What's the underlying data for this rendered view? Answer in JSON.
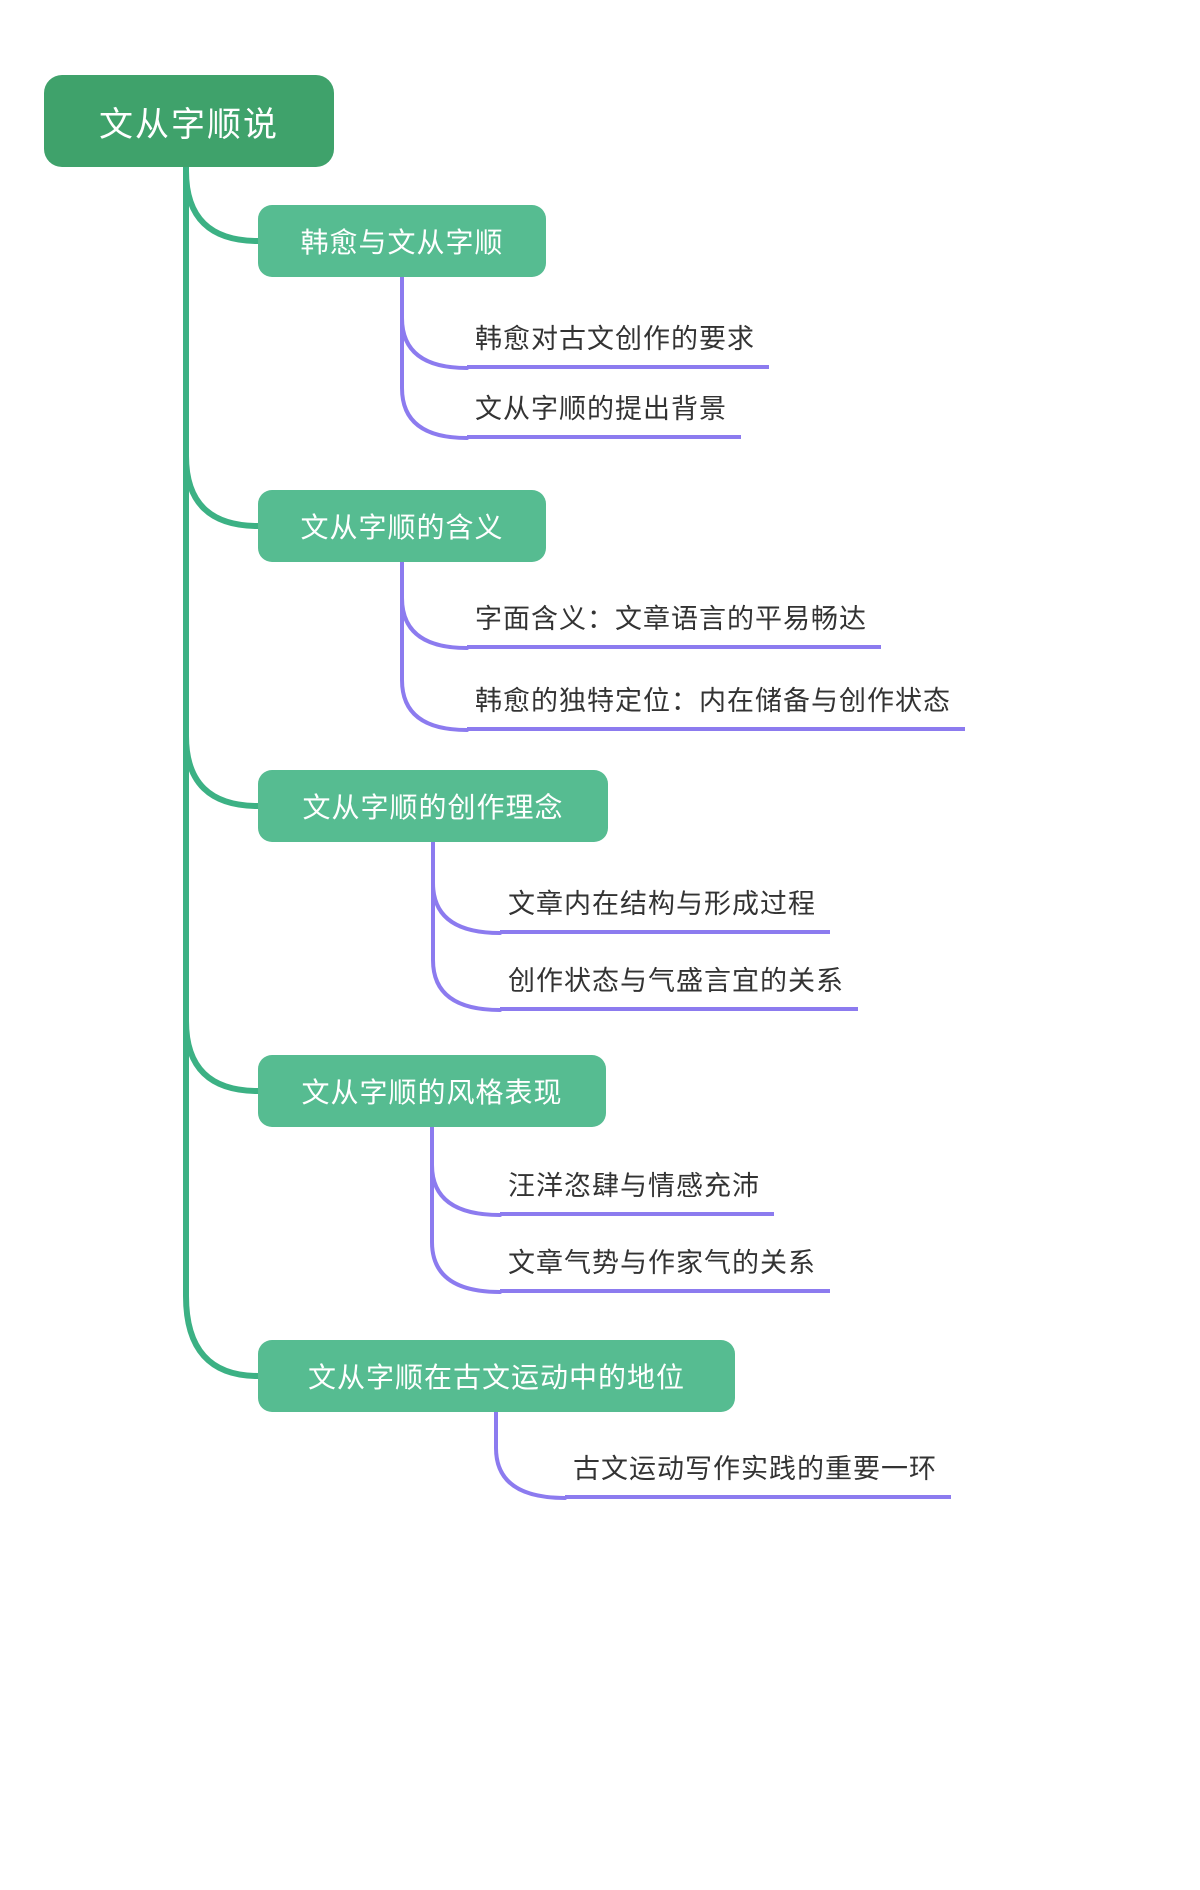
{
  "root": {
    "label": "文从字顺说"
  },
  "branches": [
    {
      "label": "韩愈与文从字顺",
      "children": [
        "韩愈对古文创作的要求",
        "文从字顺的提出背景"
      ]
    },
    {
      "label": "文从字顺的含义",
      "children": [
        "字面含义：文章语言的平易畅达",
        "韩愈的独特定位：内在储备与创作状态"
      ]
    },
    {
      "label": "文从字顺的创作理念",
      "children": [
        "文章内在结构与形成过程",
        "创作状态与气盛言宜的关系"
      ]
    },
    {
      "label": "文从字顺的风格表现",
      "children": [
        "汪洋恣肆与情感充沛",
        "文章气势与作家气的关系"
      ]
    },
    {
      "label": "文从字顺在古文运动中的地位",
      "children": [
        "古文运动写作实践的重要一环"
      ]
    }
  ],
  "colors": {
    "root_node": "#3FA26B",
    "branch_node": "#56BC91",
    "connector_green": "#3CB184",
    "connector_purple": "#8C7BEF",
    "leaf_text": "#333333",
    "background": "#FFFFFF"
  }
}
